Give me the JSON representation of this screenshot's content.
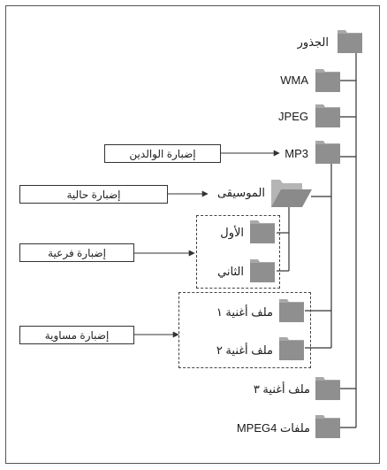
{
  "colors": {
    "folder": "#8f8f8f",
    "folder_tab": "#a8a8a8",
    "open_folder_back": "#b5b5b5",
    "open_folder_front": "#8a8a8a",
    "line": "#333333"
  },
  "tree": {
    "root": "الجذور",
    "wma": "WMA",
    "jpeg": "JPEG",
    "mp3": "MP3",
    "music": "الموسيقى",
    "first": "الأول",
    "second": "الثاني",
    "song1": "ملف أغنية ١",
    "song2": "ملف أغنية ٢",
    "song3": "ملف أغنية ٣",
    "mpeg4": "ملفات MPEG4"
  },
  "callouts": {
    "parent": "إضبارة الوالدين",
    "current": "إضبارة حالية",
    "sub": "إضبارة فرعية",
    "equal": "إضبارة مساوية"
  }
}
